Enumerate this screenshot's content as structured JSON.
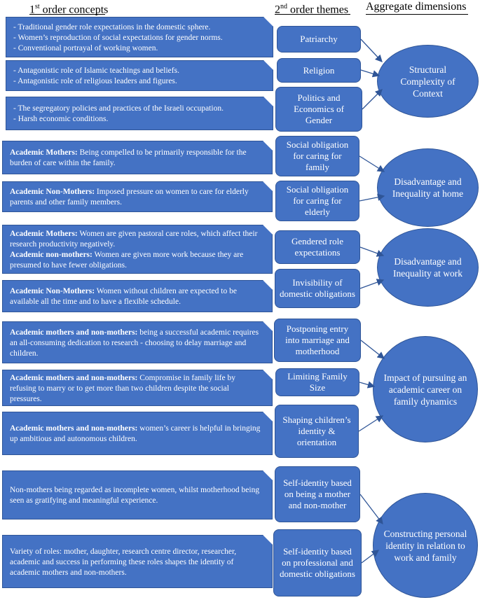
{
  "headers": {
    "first_pre": "1",
    "first_sup": "st",
    "first_post": " order concepts",
    "second_pre": "2",
    "second_sup": "nd",
    "second_post": " order themes",
    "third": "Aggregate dimensions"
  },
  "concepts": [
    {
      "lines": [
        "- Traditional gender role expectations in the domestic sphere.",
        "- Women’s reproduction of social expectations for gender norms.",
        "- Conventional portrayal of working women."
      ]
    },
    {
      "lines": [
        "- Antagonistic role of Islamic teachings and beliefs.",
        "- Antagonistic role of religious leaders and figures."
      ]
    },
    {
      "lines": [
        "- The segregatory policies and practices of the Israeli occupation.",
        "- Harsh economic conditions."
      ]
    },
    {
      "bold": "Academic Mothers:",
      "text": " Being compelled to be primarily responsible for the burden of care within the family."
    },
    {
      "bold": "Academic Non-Mothers:",
      "text": "  Imposed pressure on women to care for elderly parents and other family members."
    },
    {
      "bold": "Academic Mothers:",
      "text": " Women are given pastoral care roles, which affect their research productivity negatively.",
      "bold2": "Academic non-mothers:",
      "text2": " Women are given more work because they are presumed to have fewer obligations."
    },
    {
      "bold": "Academic Non-Mothers:",
      "text": " Women without children are expected to be available all the time and to have a flexible schedule."
    },
    {
      "bold": "Academic mothers and non-mothers:",
      "text": " being a successful academic requires an all-consuming dedication to research  - choosing to delay marriage and children."
    },
    {
      "bold": "Academic mothers and non-mothers:",
      "text": " Compromise in family life by refusing to marry or to get more than two children despite the social pressures."
    },
    {
      "bold": "Academic mothers and non-mothers:",
      "text": " women’s career is helpful in bringing up ambitious and autonomous children."
    },
    {
      "text": "Non-mothers being regarded as incomplete women, whilst motherhood being seen as gratifying and meaningful experience."
    },
    {
      "text": "Variety of roles: mother, daughter, research centre director, researcher, academic and success in performing these roles shapes the identity of academic mothers and non-mothers."
    }
  ],
  "themes": [
    "Patriarchy",
    "Religion",
    "Politics and Economics of Gender",
    "Social obligation for caring for family",
    "Social obligation for caring for elderly",
    "Gendered role expectations",
    "Invisibility of domestic obligations",
    "Postponing entry into marriage and motherhood",
    "Limiting Family Size",
    "Shaping children’s identity & orientation",
    "Self-identity based on being a mother and non-mother",
    "Self-identity based on professional and domestic obligations"
  ],
  "dimensions": [
    "Structural Complexity of Context",
    "Disadvantage and Inequality at home",
    "Disadvantage and Inequality at work",
    "Impact of pursuing an academic career on family dynamics",
    "Constructing personal identity in relation to work and family"
  ],
  "colors": {
    "box_fill": "#4472c4",
    "box_border": "#2f5597",
    "arrow": "#2f5597"
  }
}
